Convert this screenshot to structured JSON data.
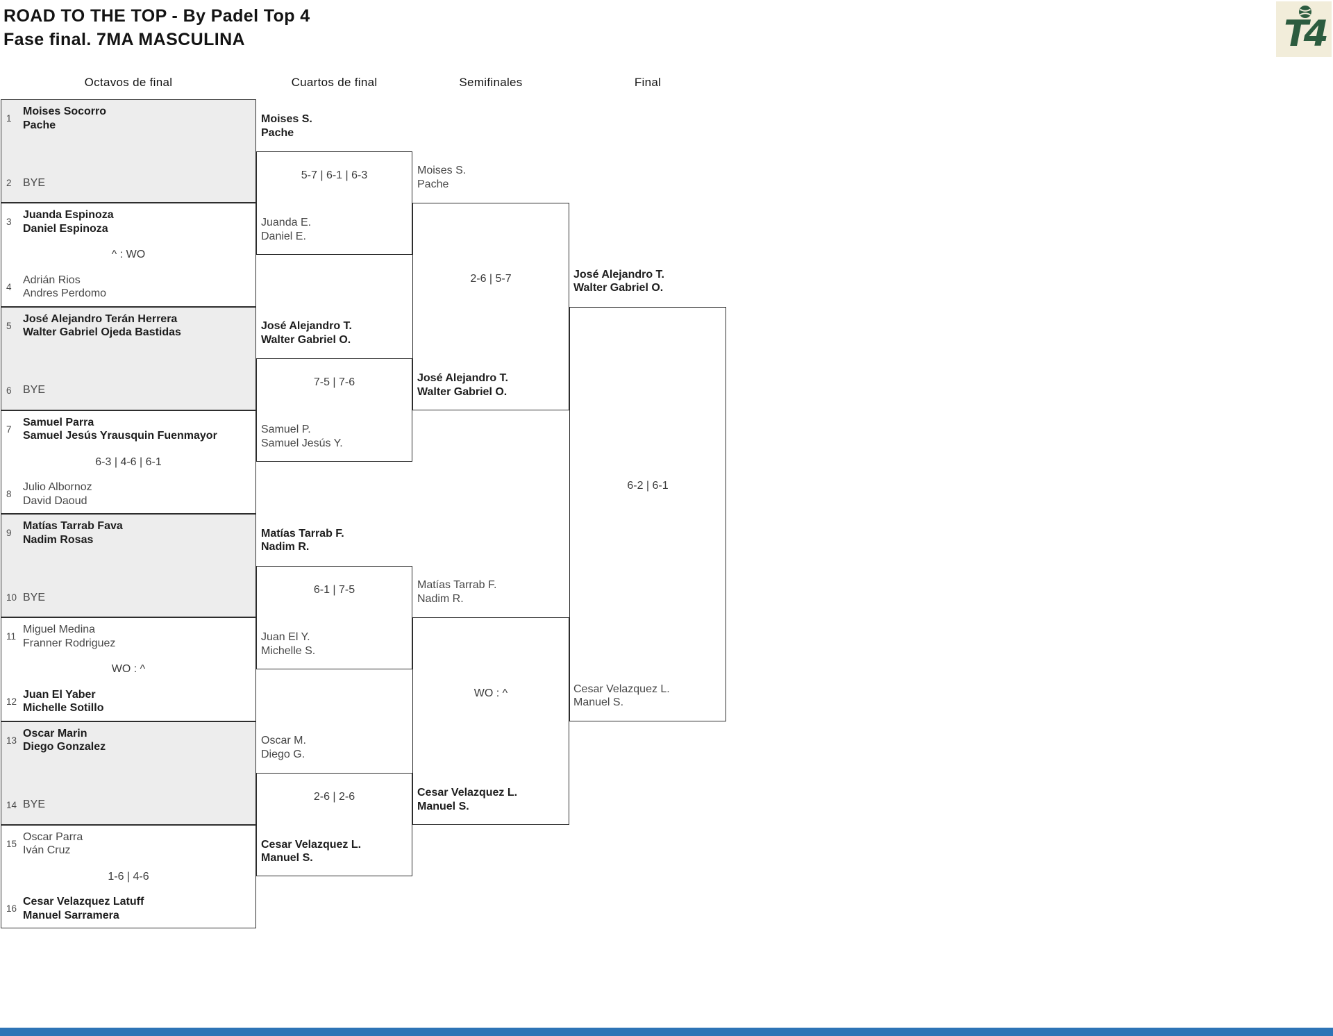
{
  "title": {
    "line1": "ROAD TO THE TOP - By Padel Top 4",
    "line2": "Fase final. 7MA MASCULINA"
  },
  "logo": {
    "text": "T4"
  },
  "columns": [
    "Octavos de final",
    "Cuartos de final",
    "Semifinales",
    "Final"
  ],
  "octavos": {
    "entries": [
      {
        "seed": "1",
        "lines": [
          "Moises Socorro",
          "Pache"
        ]
      },
      {
        "seed": "2",
        "lines": [
          "BYE"
        ]
      },
      {
        "seed": "3",
        "lines": [
          "Juanda Espinoza",
          "Daniel Espinoza"
        ]
      },
      {
        "seed": "4",
        "lines": [
          "Adrián Rios",
          "Andres Perdomo"
        ]
      },
      {
        "seed": "5",
        "lines": [
          "José Alejandro Terán Herrera",
          "Walter Gabriel Ojeda Bastidas"
        ]
      },
      {
        "seed": "6",
        "lines": [
          "BYE"
        ]
      },
      {
        "seed": "7",
        "lines": [
          "Samuel Parra",
          "Samuel Jesús Yrausquin Fuenmayor"
        ]
      },
      {
        "seed": "8",
        "lines": [
          "Julio Albornoz",
          "David Daoud"
        ]
      },
      {
        "seed": "9",
        "lines": [
          "Matías Tarrab Fava",
          "Nadim Rosas"
        ]
      },
      {
        "seed": "10",
        "lines": [
          "BYE"
        ]
      },
      {
        "seed": "11",
        "lines": [
          "Miguel Medina",
          "Franner Rodriguez"
        ]
      },
      {
        "seed": "12",
        "lines": [
          "Juan El Yaber",
          "Michelle Sotillo"
        ]
      },
      {
        "seed": "13",
        "lines": [
          "Oscar Marin",
          "Diego Gonzalez"
        ]
      },
      {
        "seed": "14",
        "lines": [
          "BYE"
        ]
      },
      {
        "seed": "15",
        "lines": [
          "Oscar Parra",
          "Iván Cruz"
        ]
      },
      {
        "seed": "16",
        "lines": [
          "Cesar Velazquez Latuff",
          "Manuel Sarramera"
        ]
      }
    ],
    "scores": [
      "^ : WO",
      "6-3 | 4-6 | 6-1",
      "WO : ^",
      "1-6 | 4-6"
    ]
  },
  "cuartos": {
    "matches": [
      {
        "top": [
          "Moises S.",
          "Pache"
        ],
        "score": "5-7 | 6-1 | 6-3",
        "bottom": [
          "Juanda E.",
          "Daniel E."
        ]
      },
      {
        "top": [
          "José Alejandro T.",
          "Walter Gabriel O."
        ],
        "score": "7-5 | 7-6",
        "bottom": [
          "Samuel P.",
          "Samuel Jesús Y."
        ]
      },
      {
        "top": [
          "Matías Tarrab F.",
          "Nadim R."
        ],
        "score": "6-1 | 7-5",
        "bottom": [
          "Juan El Y.",
          "Michelle S."
        ]
      },
      {
        "top": [
          "Oscar M.",
          "Diego G."
        ],
        "score": "2-6 | 2-6",
        "bottom": [
          "Cesar Velazquez L.",
          "Manuel S."
        ]
      }
    ]
  },
  "semifinales": {
    "matches": [
      {
        "top": [
          "Moises S.",
          "Pache"
        ],
        "score": "2-6 | 5-7",
        "bottom": [
          "José Alejandro T.",
          "Walter Gabriel O."
        ]
      },
      {
        "top": [
          "Matías Tarrab F.",
          "Nadim R."
        ],
        "score": "WO : ^",
        "bottom": [
          "Cesar Velazquez L.",
          "Manuel S."
        ]
      }
    ]
  },
  "final": {
    "top": [
      "José Alejandro T.",
      "Walter Gabriel O."
    ],
    "score": "6-2 | 6-1",
    "bottom": [
      "Cesar Velazquez L.",
      "Manuel S."
    ]
  },
  "colors": {
    "border": "#2d2d2d",
    "shaded_box": "#ededed",
    "bold_text": "#1d1d1d",
    "regular_text": "#474747",
    "score_text": "#3a3a3a",
    "bottom_bar": "#2e74b6",
    "logo_background": "#f2edda",
    "logo_green": "#2c5c3f"
  }
}
